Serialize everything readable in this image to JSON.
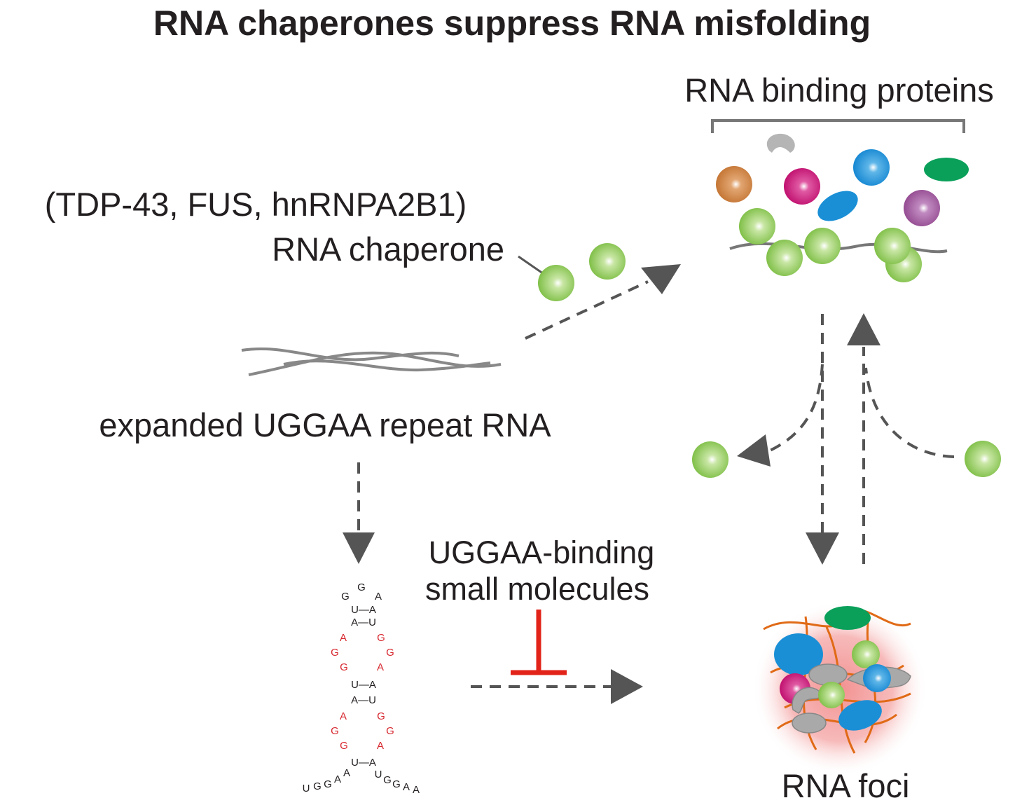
{
  "title": "RNA chaperones suppress RNA misfolding",
  "labels": {
    "rbp": "RNA binding proteins",
    "chaperone_examples": "(TDP-43, FUS, hnRNPA2B1)",
    "chaperone": "RNA chaperone",
    "repeat_rna": "expanded UGGAA repeat RNA",
    "small_molecules_line1": "UGGAA-binding",
    "small_molecules_line2": "small molecules",
    "foci": "RNA foci"
  },
  "hairpin": {
    "loop": [
      "G",
      "G",
      "A"
    ],
    "pair1": "U—A",
    "pair2": "A—U",
    "bulge_left": [
      "A",
      "G",
      "G"
    ],
    "bulge_right": [
      "G",
      "G",
      "A"
    ],
    "pair3": "U—A",
    "pair4": "A—U",
    "bulge2_left": [
      "A",
      "G",
      "G"
    ],
    "bulge2_right": [
      "G",
      "G",
      "A"
    ],
    "pair5": "U—A",
    "tail_left": [
      "U",
      "G",
      "G",
      "A",
      "A"
    ],
    "tail_right": [
      "U",
      "G",
      "G",
      "A",
      "A"
    ]
  },
  "colors": {
    "chaperone_green": "#8cc751",
    "orange": "#c77a3a",
    "magenta": "#c3157a",
    "blue": "#1a8fd6",
    "green_ellipse": "#0aa05a",
    "purple": "#9b4f98",
    "gray": "#b5b5b5",
    "inhibitor_red": "#e2231a",
    "foci_glow": "#f08a8a",
    "orange_strand": "#e06a16"
  }
}
